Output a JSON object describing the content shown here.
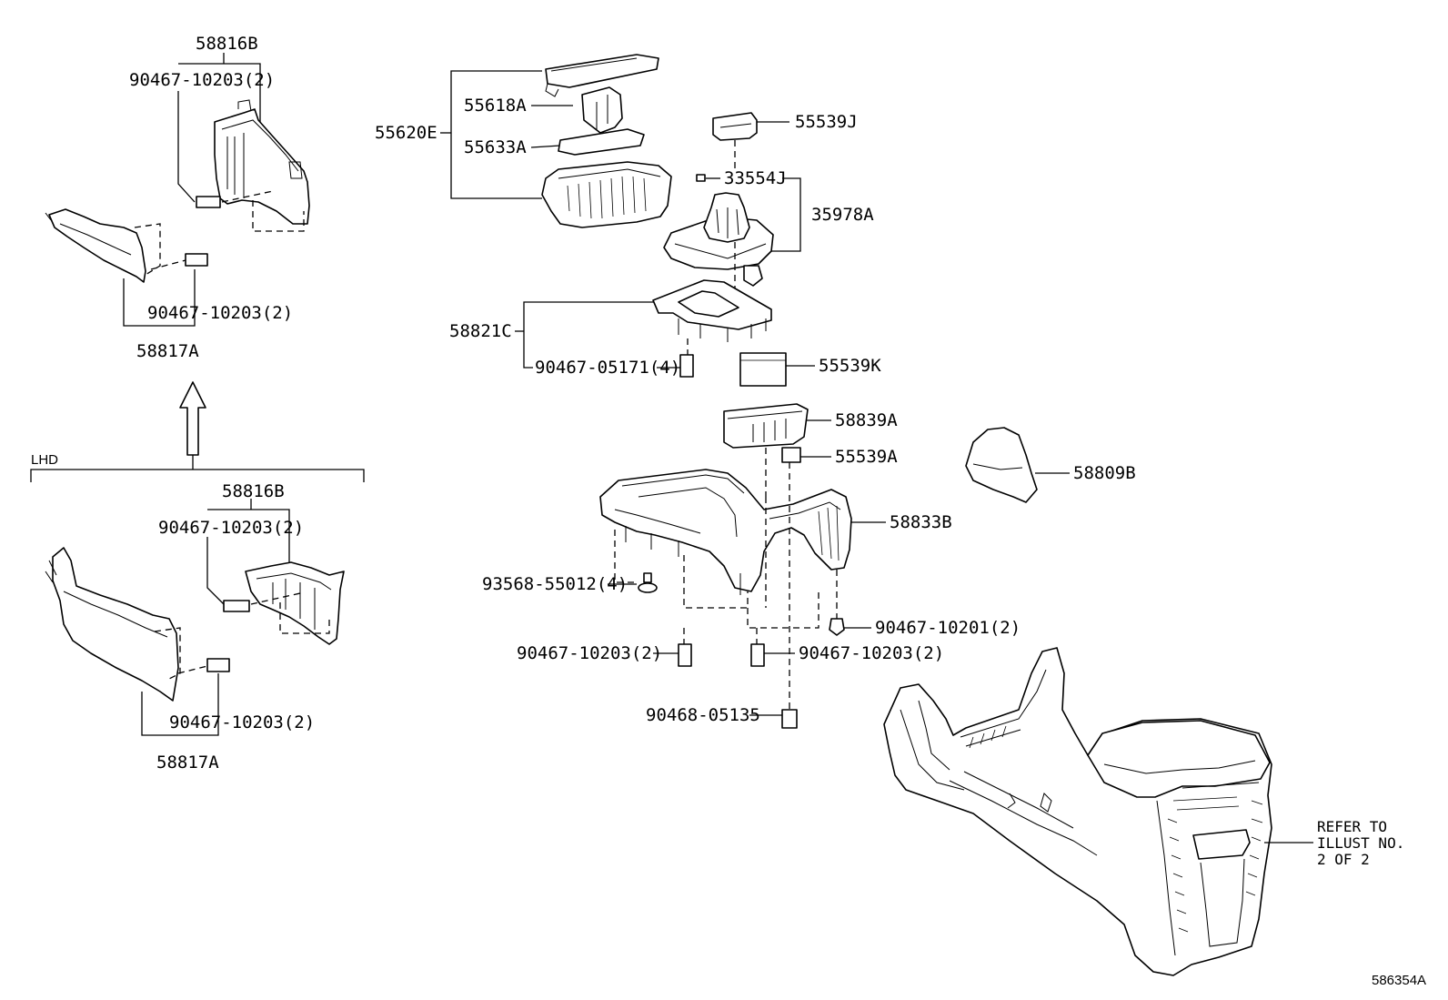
{
  "labels": {
    "upper_left_58816B": "58816B",
    "upper_left_90467_top": "90467-10203(2)",
    "upper_left_90467_bottom": "90467-10203(2)",
    "upper_left_58817A": "58817A",
    "lhd": "LHD",
    "lower_left_58816B": "58816B",
    "lower_left_90467_top": "90467-10203(2)",
    "lower_left_90467_bottom": "90467-10203(2)",
    "lower_left_58817A": "58817A",
    "p55620E": "55620E",
    "p55618A": "55618A",
    "p55633A": "55633A",
    "p55539J": "55539J",
    "p33554J": "33554J",
    "p35978A": "35978A",
    "p58821C": "58821C",
    "p90467_05171": "90467-05171(4)",
    "p55539K": "55539K",
    "p58839A": "58839A",
    "p55539A": "55539A",
    "p58809B": "58809B",
    "p58833B": "58833B",
    "p93568": "93568-55012(4)",
    "p90467_10201": "90467-10201(2)",
    "p90467_10203_left": "90467-10203(2)",
    "p90467_10203_right": "90467-10203(2)",
    "p90468_05135": "90468-05135",
    "refer_line1": "REFER TO",
    "refer_line2": "ILLUST NO.",
    "refer_line3": "2 OF 2",
    "illustration_id": "586354A"
  },
  "icons": {
    "direction_arrow": "up-arrow-icon"
  }
}
